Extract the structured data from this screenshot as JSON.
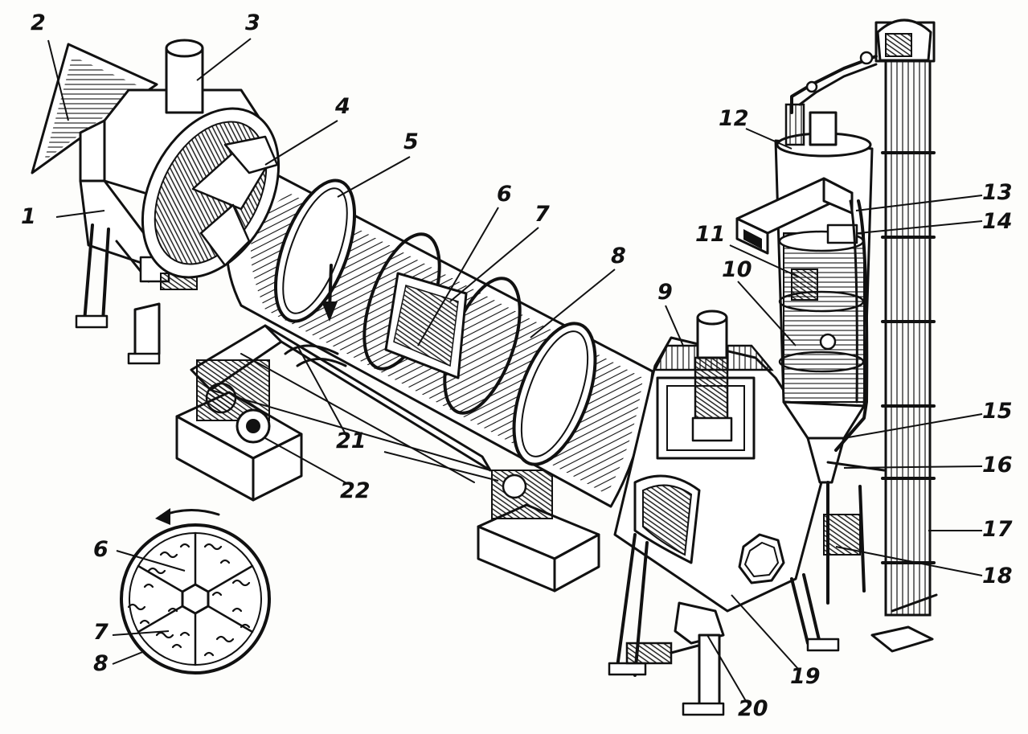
{
  "callouts": [
    {
      "id": "1",
      "label": "1"
    },
    {
      "id": "2",
      "label": "2"
    },
    {
      "id": "3",
      "label": "3"
    },
    {
      "id": "4",
      "label": "4"
    },
    {
      "id": "5",
      "label": "5"
    },
    {
      "id": "6",
      "label": "6"
    },
    {
      "id": "7",
      "label": "7"
    },
    {
      "id": "8",
      "label": "8"
    },
    {
      "id": "9",
      "label": "9"
    },
    {
      "id": "10",
      "label": "10"
    },
    {
      "id": "11",
      "label": "11"
    },
    {
      "id": "12",
      "label": "12"
    },
    {
      "id": "13",
      "label": "13"
    },
    {
      "id": "14",
      "label": "14"
    },
    {
      "id": "15",
      "label": "15"
    },
    {
      "id": "16",
      "label": "16"
    },
    {
      "id": "17",
      "label": "17"
    },
    {
      "id": "18",
      "label": "18"
    },
    {
      "id": "19",
      "label": "19"
    },
    {
      "id": "20",
      "label": "20"
    },
    {
      "id": "21",
      "label": "21"
    },
    {
      "id": "22",
      "label": "22"
    }
  ],
  "inset_callouts": [
    {
      "id": "6",
      "label": "6"
    },
    {
      "id": "7",
      "label": "7"
    },
    {
      "id": "8",
      "label": "8"
    }
  ],
  "colors": {
    "ink": "#111111",
    "paper": "#fdfdfb"
  }
}
